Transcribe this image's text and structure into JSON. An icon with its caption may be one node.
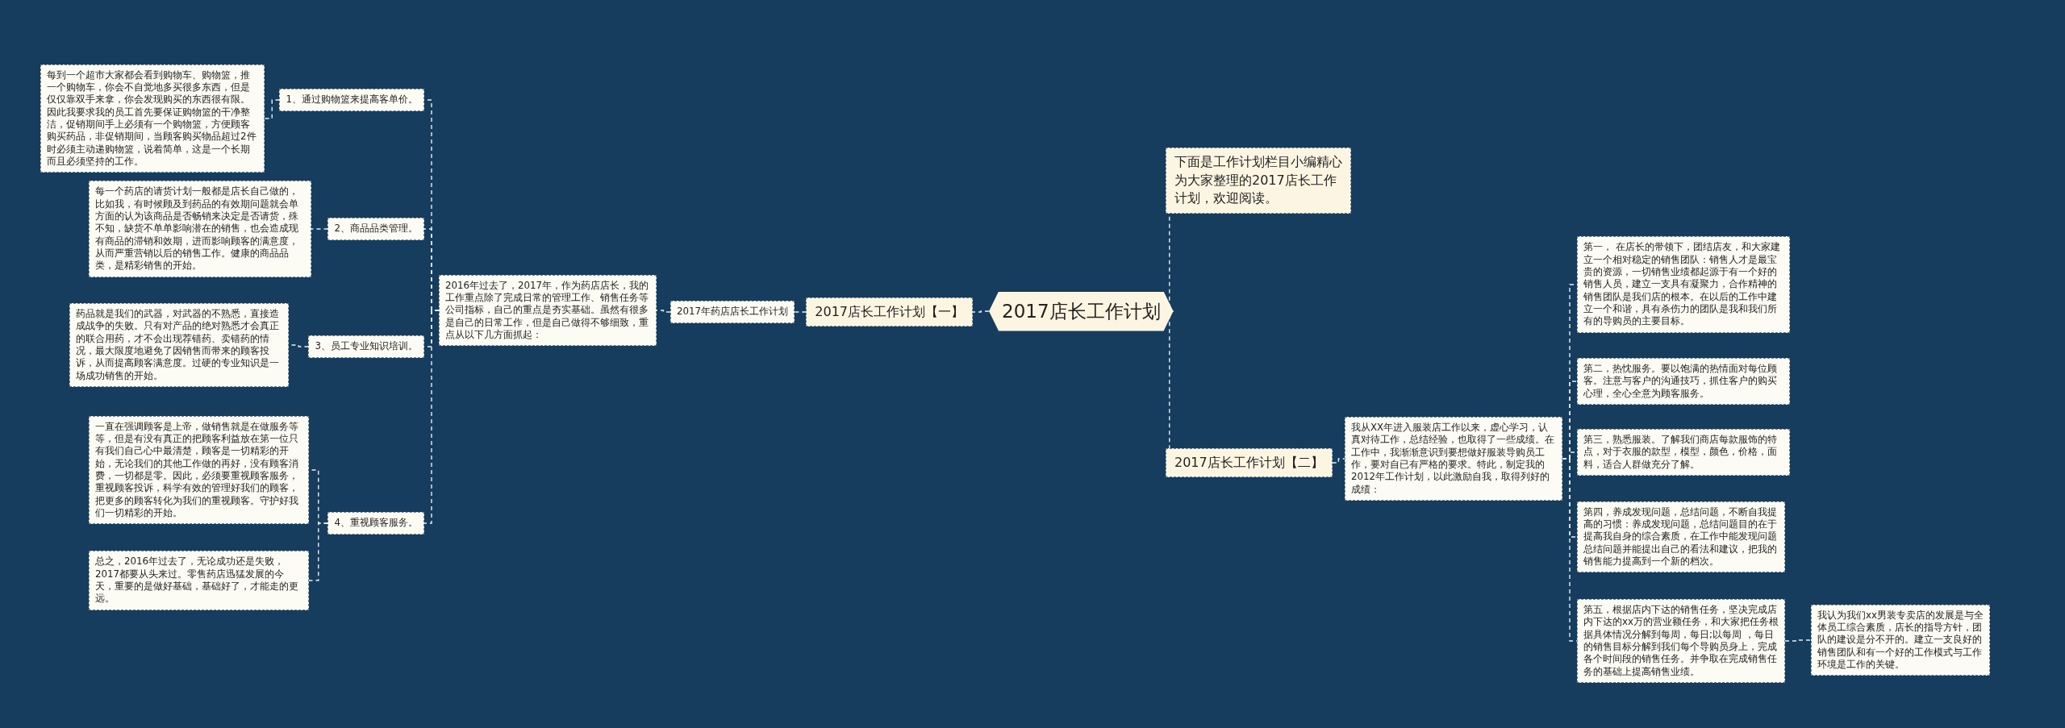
{
  "diagram": {
    "nodes": [
      {
        "text": [
          "2017店长工作计划"
        ]
      },
      {
        "text": [
          "2017店长工作计划【一】"
        ]
      },
      {
        "text": [
          "2017年药店店长工作计划"
        ]
      },
      {
        "text": [
          "2016年过去了，2017年，作为药店店长，我的工作重点除了完成日常的管理工作、销售任务等公司指标，自己的重点是夯实基础。虽然有很多是自己的日常工作，但是自己做得不够细致，重点从以下几方面抓起："
        ]
      },
      {
        "text": [
          "1、通过购物篮来提高客单价。"
        ]
      },
      {
        "text": [
          "每到一个超市大家都会看到购物车、购物篮，推一个购物车，你会不自觉地多买很多东西，但是仅仅靠双手来拿，你会发现购买的东西很有限。因此我要求我的员工首先要保证购物篮的干净整洁，促销期间手上必须有一个购物篮，方便顾客购买药品，非促销期间，当顾客购买物品超过2件时必须主动递购物篮，说着简单，这是一个长期而且必须坚持的工作。"
        ]
      },
      {
        "text": [
          "2、商品品类管理。"
        ]
      },
      {
        "text": [
          "每一个药店的请货计划一般都是店长自己做的，比如我，有时候顾及到药品的有效期问题就会单方面的认为该商品是否畅销来决定是否请货，殊不知，缺货不单单影响潜在的销售，也会造成现有商品的滞销和效期，进而影响顾客的满意度，从而严重营销以后的销售工作。健康的商品品类，是精彩销售的开始。"
        ]
      },
      {
        "text": [
          "3、员工专业知识培训。"
        ]
      },
      {
        "text": [
          "药品就是我们的武器，对武器的不熟悉，直接造成战争的失败。只有对产品的绝对熟悉才会真正的联合用药，才不会出现荐错药、卖错药的情况，最大限度地避免了因销售而带来的顾客投诉，从而提高顾客满意度。过硬的专业知识是一场成功销售的开始。"
        ]
      },
      {
        "text": [
          "4、重视顾客服务。"
        ]
      },
      {
        "text": [
          "一直在强调顾客是上帝，做销售就是在做服务等等，但是有没有真正的把顾客利益放在第一位只有我们自己心中最清楚，顾客是一切精彩的开始，无论我们的其他工作做的再好，没有顾客消费，一切都是零。因此，必须要重视顾客服务，重视顾客投诉，科学有效的管理好我们的顾客，把更多的顾客转化为我们的重视顾客。守护好我们一切精彩的开始。"
        ]
      },
      {
        "text": [
          "总之，2016年过去了，无论成功还是失败，2017都要从头来过。零售药店迅猛发展的今天，重要的是做好基础，基础好了，才能走的更远。"
        ]
      },
      {
        "text": [
          "下面是工作计划栏目小编精心为大家整理的2017店长工作计划，欢迎阅读。"
        ]
      },
      {
        "text": [
          "2017店长工作计划【二】"
        ]
      },
      {
        "text": [
          "我从XX年进入服装店工作以来，虚心学习，认真对待工作，总结经验，也取得了一些成绩。在工作中，我渐渐意识到要想做好服装导购员工作，要对自已有严格的要求。特此，制定我的2012年工作计划，以此激励自我，取得列好的成绩："
        ]
      },
      {
        "text": [
          "第一， 在店长的带领下，团结店友，和大家建立一个相对稳定的销售团队：销售人才是最宝贵的资源，一切销售业绩都起源于有一个好的销售人员，建立一支具有凝聚力，合作精神的销售团队是我们店的根本。在以后的工作中建立一个和谐，具有杀伤力的团队是我和我们所有的导购员的主要目标。"
        ]
      },
      {
        "text": [
          "第二，热忱服务。要以饱满的热情面对每位顾客。注意与客户的沟通技巧，抓住客户的购买心理，全心全意为顾客服务。"
        ]
      },
      {
        "text": [
          "第三，熟悉服装。了解我们商店每款服饰的特点，对于衣服的款型，模型，颜色，价格，面料，适合人群做充分了解。"
        ]
      },
      {
        "text": [
          "第四，养成发现问题，总结问题，不断自我提高的习惯：养成发现问题，总结问题目的在于提高我自身的综合素质，在工作中能发现问题总结问题并能提出自己的看法和建议，把我的销售能力提高到一个新的档次。"
        ]
      },
      {
        "text": [
          "第五，根据店内下达的销售任务，坚决完成店内下达的xx万的营业额任务，和大家把任务根据具体情况分解到每周，每日;以每周 ，每日的销售目标分解到我们每个导购员身上，完成各个时间段的销售任务。并争取在完成销售任务的基础上提高销售业绩。"
        ]
      },
      {
        "text": [
          "我认为我们xx男装专卖店的发展是与全体员工综合素质，店长的指导方针，团队的建设是分不开的。建立一支良好的销售团队和有一个好的工作模式与工作环境是工作的关键。"
        ]
      }
    ],
    "edges": [
      {
        "from": 0,
        "to": 1,
        "arrow": "none"
      },
      {
        "from": 1,
        "to": 2,
        "arrow": "none"
      },
      {
        "from": 2,
        "to": 3,
        "arrow": "none"
      },
      {
        "from": 3,
        "to": 4,
        "arrow": "none"
      },
      {
        "from": 3,
        "to": 6,
        "arrow": "none"
      },
      {
        "from": 3,
        "to": 8,
        "arrow": "none"
      },
      {
        "from": 3,
        "to": 10,
        "arrow": "none"
      },
      {
        "from": 4,
        "to": 5,
        "arrow": "none"
      },
      {
        "from": 6,
        "to": 7,
        "arrow": "none"
      },
      {
        "from": 8,
        "to": 9,
        "arrow": "none"
      },
      {
        "from": 10,
        "to": 11,
        "arrow": "none"
      },
      {
        "from": 10,
        "to": 12,
        "arrow": "none"
      },
      {
        "from": 0,
        "to": 13,
        "arrow": "none"
      },
      {
        "from": 0,
        "to": 14,
        "arrow": "none"
      },
      {
        "from": 14,
        "to": 15,
        "arrow": "none"
      },
      {
        "from": 15,
        "to": 16,
        "arrow": "none"
      },
      {
        "from": 15,
        "to": 17,
        "arrow": "none"
      },
      {
        "from": 15,
        "to": 18,
        "arrow": "none"
      },
      {
        "from": 15,
        "to": 19,
        "arrow": "none"
      },
      {
        "from": 15,
        "to": 20,
        "arrow": "none"
      },
      {
        "from": 20,
        "to": 21,
        "arrow": "none"
      }
    ]
  }
}
